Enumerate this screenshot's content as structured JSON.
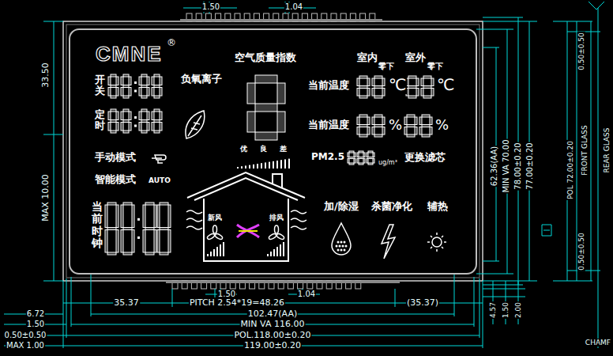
{
  "diagram": {
    "labels": [
      "1.50",
      "1.04",
      "33.50",
      "MAX 10.00",
      "62.36(AA)",
      "MIN VA 70.00",
      "78.00±0.20",
      "77.00±0.20",
      "0.50±0.50",
      "POL 72.00±0.20",
      "FRONT GLASS",
      "REAR GLASS",
      "0.50±0.50",
      "CHAMF",
      "1.50",
      "1.04",
      "35.37",
      "PITCH 2.54*19=48.26",
      "(35.37)",
      "102.47(AA)",
      "MIN VA 116.00",
      "POL.118.00±0.20",
      "119.00±0.20",
      "6.72",
      "1.50",
      "0.50±0.50",
      "MAX 1.00",
      "4.57",
      "1.50",
      "2.00",
      "CMNE",
      "®",
      "开关",
      "定时",
      "负氧离子",
      "空气质量指数",
      "室内",
      "零下",
      "室外",
      "零下",
      "当前温度",
      "℃",
      "℃",
      "当前温度",
      "%",
      "%",
      "优",
      "良",
      "差",
      "手动模式",
      "PM2.5",
      "ug/m³",
      "更换滤芯",
      "智能模式",
      "AUTO",
      "当前时钟",
      "新风",
      "排风",
      "加/除湿",
      "杀菌净化",
      "辅热"
    ]
  }
}
